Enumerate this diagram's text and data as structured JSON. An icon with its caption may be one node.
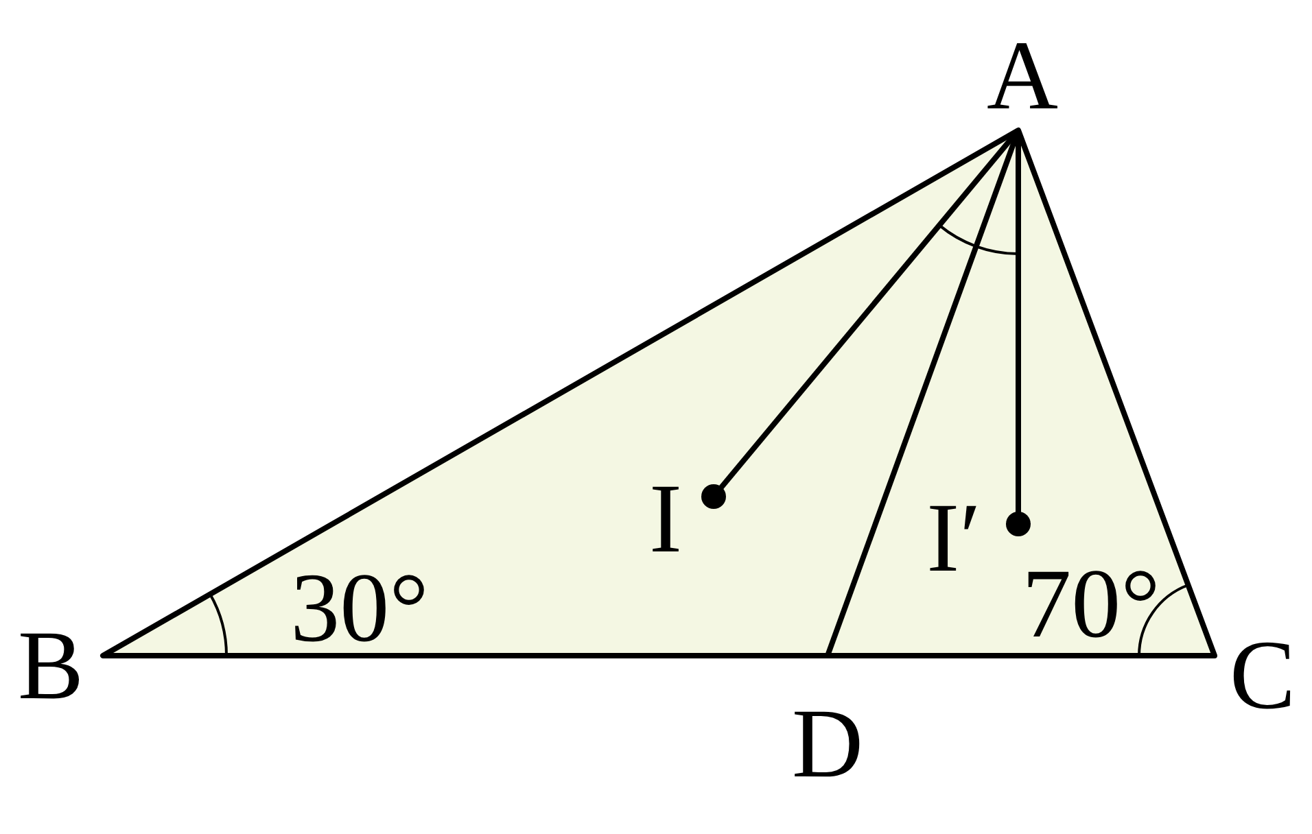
{
  "diagram": {
    "labels": [
      "A",
      "I",
      "I′",
      "30°",
      "70°",
      "B",
      "C",
      "D"
    ]
  }
}
